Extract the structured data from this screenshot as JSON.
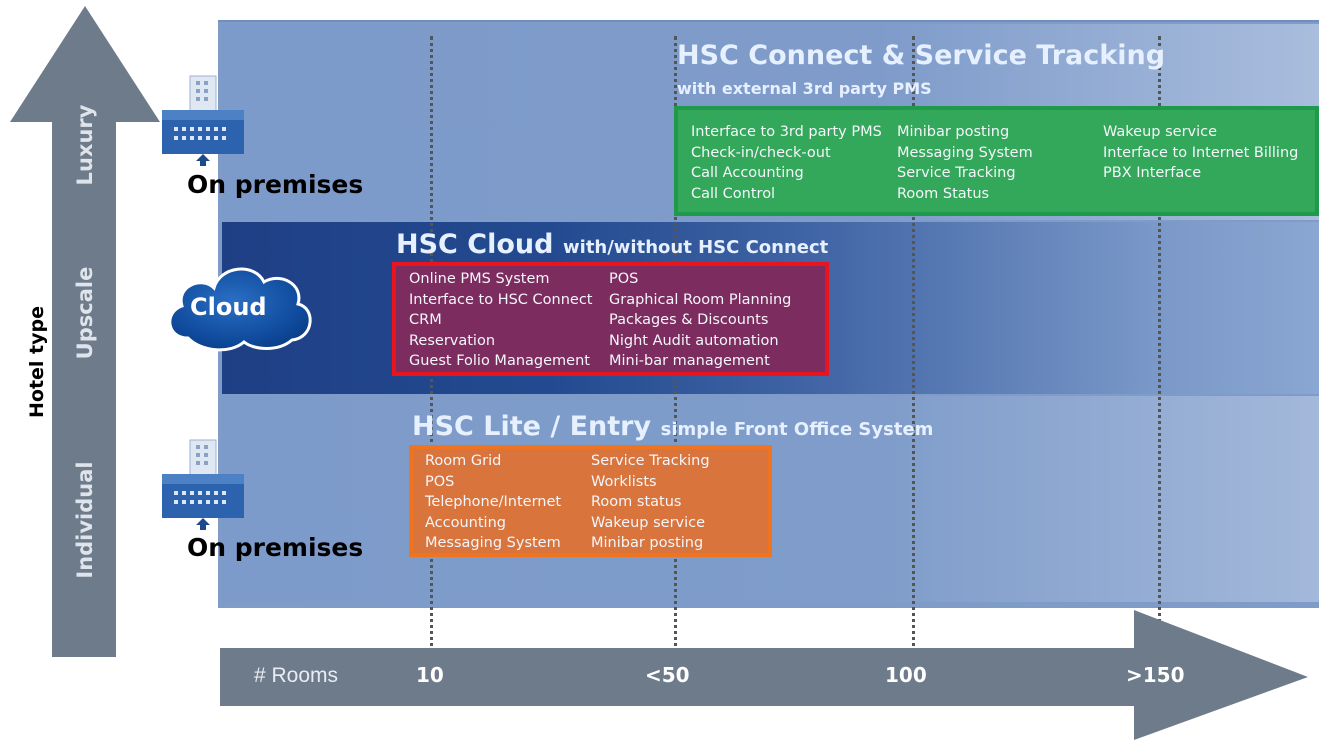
{
  "y_axis": {
    "label": "Hotel type",
    "tiers": [
      "Luxury",
      "Upscale",
      "Individual"
    ]
  },
  "x_axis": {
    "label": "# Rooms",
    "ticks": [
      "10",
      "<50",
      "100",
      ">150"
    ]
  },
  "deployments": {
    "top": "On premises",
    "middle": "Cloud",
    "bottom": "On premises"
  },
  "products": {
    "connect": {
      "title": "HSC Connect & Service Tracking",
      "subtitle": "with external 3rd party PMS",
      "color": "#1e9a4a",
      "columns": [
        [
          "Interface to 3rd party PMS",
          "Check-in/check-out",
          "Call Accounting",
          "Call Control"
        ],
        [
          "Minibar posting",
          "Messaging System",
          "Service Tracking",
          "Room Status"
        ],
        [
          "Wakeup service",
          "Interface to Internet Billing",
          "PBX Interface"
        ]
      ]
    },
    "cloud": {
      "title": "HSC Cloud",
      "subtitle": "with/without HSC Connect",
      "color": "#e8141e",
      "columns": [
        [
          "Online PMS System",
          "Interface to HSC Connect",
          "CRM",
          "Reservation",
          "Guest Folio Management"
        ],
        [
          "POS",
          "Graphical Room Planning",
          "Packages & Discounts",
          "Night Audit automation",
          "Mini-bar management"
        ]
      ]
    },
    "lite": {
      "title": "HSC Lite / Entry",
      "subtitle": "simple Front Office System",
      "color": "#f07420",
      "columns": [
        [
          "Room Grid",
          "POS",
          "Telephone/Internet",
          "Accounting",
          "Messaging System"
        ],
        [
          "Service Tracking",
          "Worklists",
          "Room status",
          "Wakeup service",
          "Minibar posting"
        ]
      ]
    }
  }
}
